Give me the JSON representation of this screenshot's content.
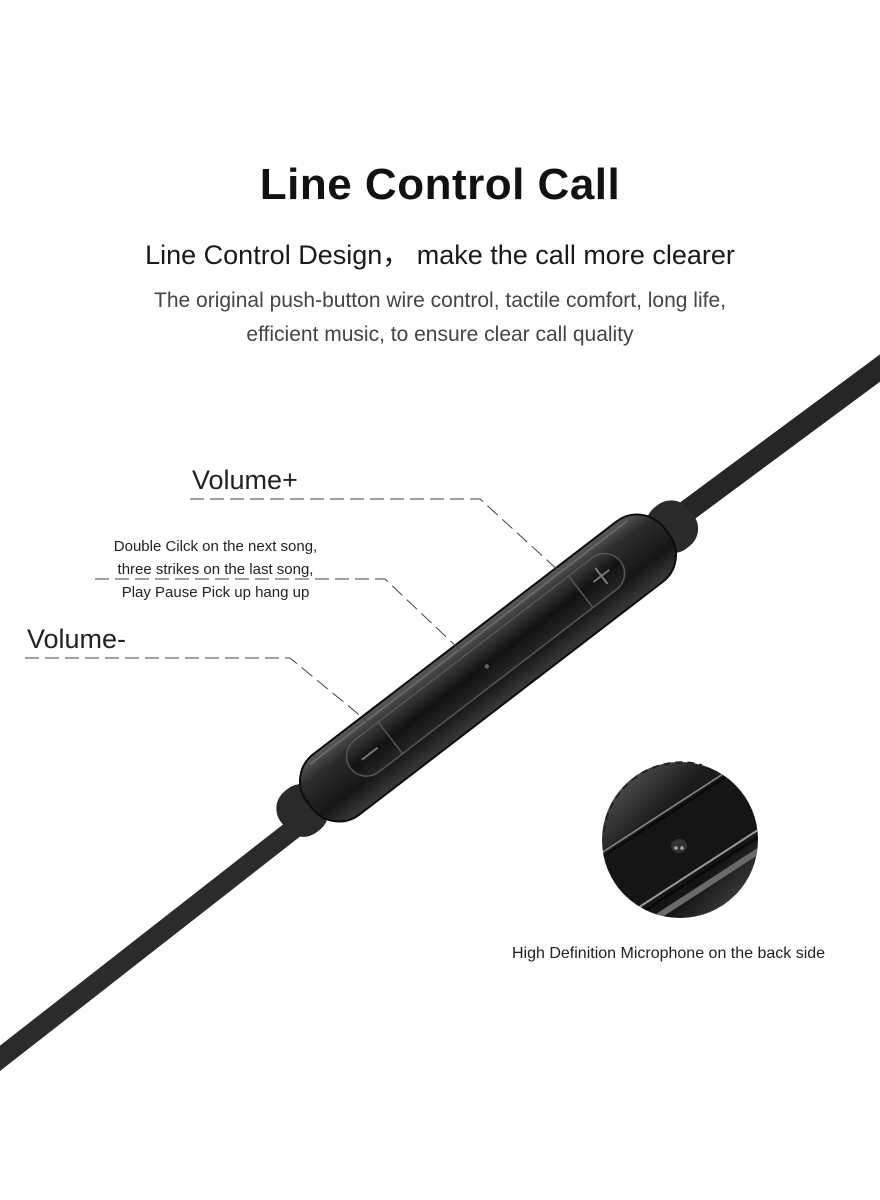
{
  "header": {
    "title": "Line Control Call",
    "subtitle": "Line Control Design， make the call more clearer",
    "description_line1": "The original push-button wire control, tactile comfort, long life,",
    "description_line2": "efficient music, to ensure clear call quality"
  },
  "callouts": {
    "volume_up": "Volume+",
    "multi_function_line1": "Double Cilck on the next song,",
    "multi_function_line2": "three strikes on the last song,",
    "multi_function_line3": "Play Pause Pick up hang up",
    "volume_down": "Volume-"
  },
  "inset": {
    "caption": "High Definition Microphone on the back side"
  },
  "colors": {
    "background": "#ffffff",
    "cable": "#2a2a2a",
    "remote_body": "#1e1e1e",
    "text_primary": "#111111",
    "text_secondary": "#444444"
  }
}
